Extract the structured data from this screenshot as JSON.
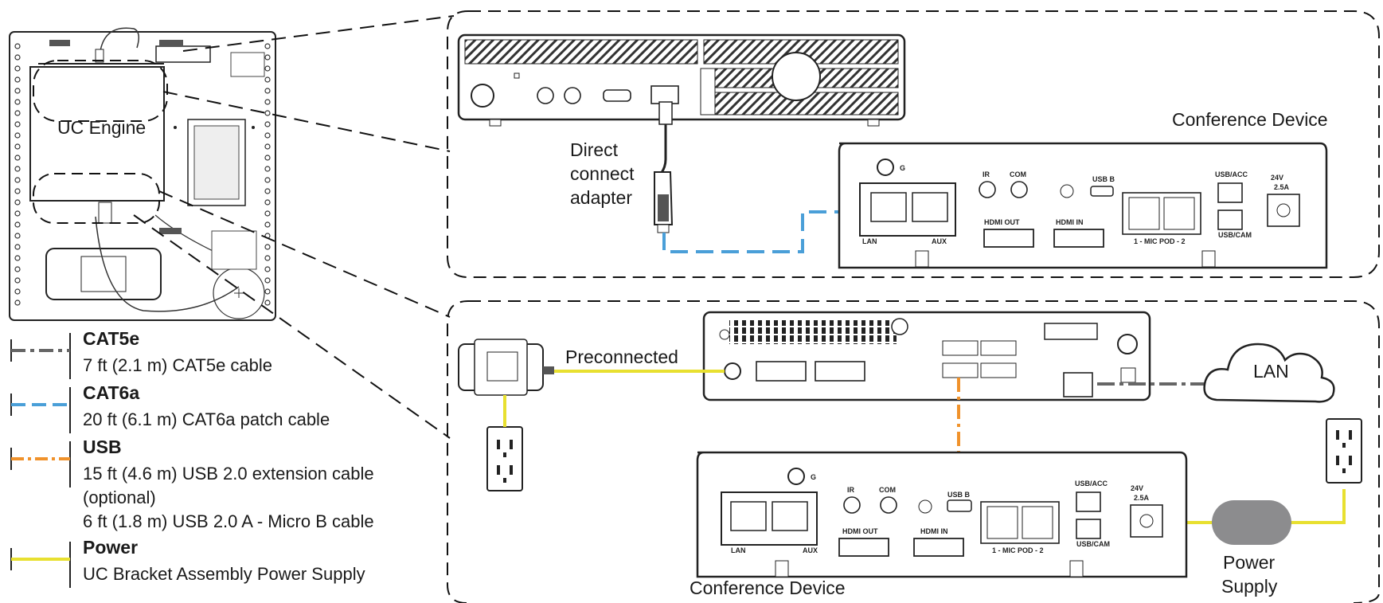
{
  "labels": {
    "uc_engine": "UC Engine",
    "conference_device_top": "Conference Device",
    "conference_device_bottom": "Conference Device",
    "direct_connect_adapter": [
      "Direct",
      "connect",
      "adapter"
    ],
    "preconnected": "Preconnected",
    "lan_cloud": "LAN",
    "power_supply": [
      "Power",
      "Supply"
    ]
  },
  "port_labels": {
    "lan": "LAN",
    "aux": "AUX",
    "ir": "IR",
    "com": "COM",
    "usb_b": "USB B",
    "hdmi_out": "HDMI OUT",
    "hdmi_in": "HDMI IN",
    "mic_pod": "1 - MIC POD - 2",
    "usb_acc": "USB/ACC",
    "usb_cam": "USB/CAM",
    "voltage": "24V",
    "current": "2.5A",
    "ground": "G"
  },
  "legend": [
    {
      "key": "cat5e",
      "title": "CAT5e",
      "lines": [
        "7 ft (2.1 m) CAT5e cable"
      ],
      "color": "#666666",
      "style": "dash-dot"
    },
    {
      "key": "cat6a",
      "title": "CAT6a",
      "lines": [
        "20 ft (6.1 m) CAT6a patch cable"
      ],
      "color": "#4a9fd8",
      "style": "dashed"
    },
    {
      "key": "usb",
      "title": "USB",
      "lines": [
        "15 ft (4.6 m) USB 2.0 extension cable",
        "(optional)",
        "6 ft (1.8 m) USB 2.0 A - Micro B cable"
      ],
      "color": "#f0922b",
      "style": "dash-dot-dot"
    },
    {
      "key": "power",
      "title": "Power",
      "lines": [
        "UC Bracket Assembly Power Supply"
      ],
      "color": "#e8e030",
      "style": "solid"
    }
  ],
  "colors": {
    "cat5e": "#666666",
    "cat6a": "#4a9fd8",
    "usb": "#f0922b",
    "power": "#e8e030",
    "device_gray": "#8c8c8e",
    "outline": "#1a1a1a"
  }
}
